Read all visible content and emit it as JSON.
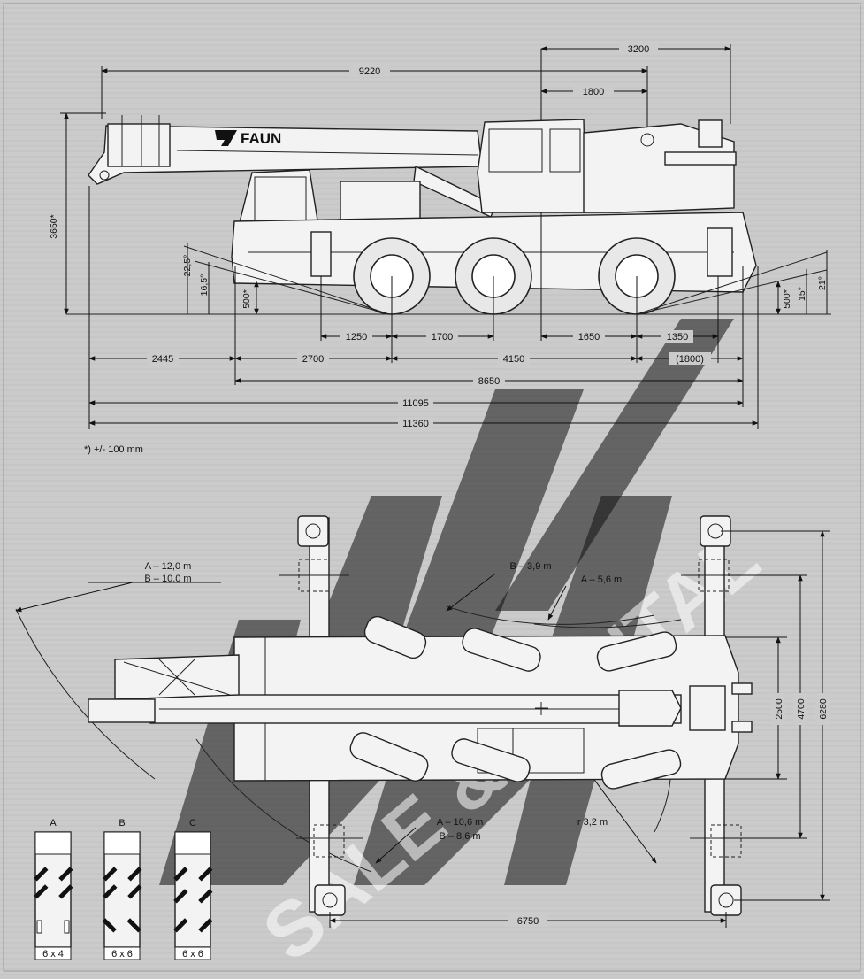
{
  "brand_logo": "FAUN",
  "watermark": "SALE & RENTAL",
  "side_view": {
    "dims_top": [
      "3200",
      "9220",
      "1800"
    ],
    "height": "3650*",
    "angles": [
      "22,5°",
      "16,5°",
      "500*",
      "21°",
      "15°",
      "500*"
    ],
    "dims_row1": [
      "1250",
      "1700",
      "1650",
      "1350"
    ],
    "dims_row2": [
      "2445",
      "2700",
      "4150",
      "(1800)"
    ],
    "dims_row3": [
      "8650",
      "11095",
      "11360"
    ],
    "note": "*)  +/- 100 mm"
  },
  "top_view": {
    "radius_boom": [
      "A – 12,0 m",
      "B – 10,0 m"
    ],
    "radius_b": "B – 3,9 m",
    "radius_a": "A – 5,6 m",
    "radius_front": [
      "A – 10,6 m",
      "B – 8,6 m"
    ],
    "tail_radius": "r 3,2 m",
    "width_dims": [
      "2500",
      "4700",
      "6280"
    ],
    "outrigger_span": "6750"
  },
  "drive_configs": [
    {
      "letter": "A",
      "label": "6 x 4"
    },
    {
      "letter": "B",
      "label": "6 x 6"
    },
    {
      "letter": "C",
      "label": "6 x 6"
    }
  ]
}
